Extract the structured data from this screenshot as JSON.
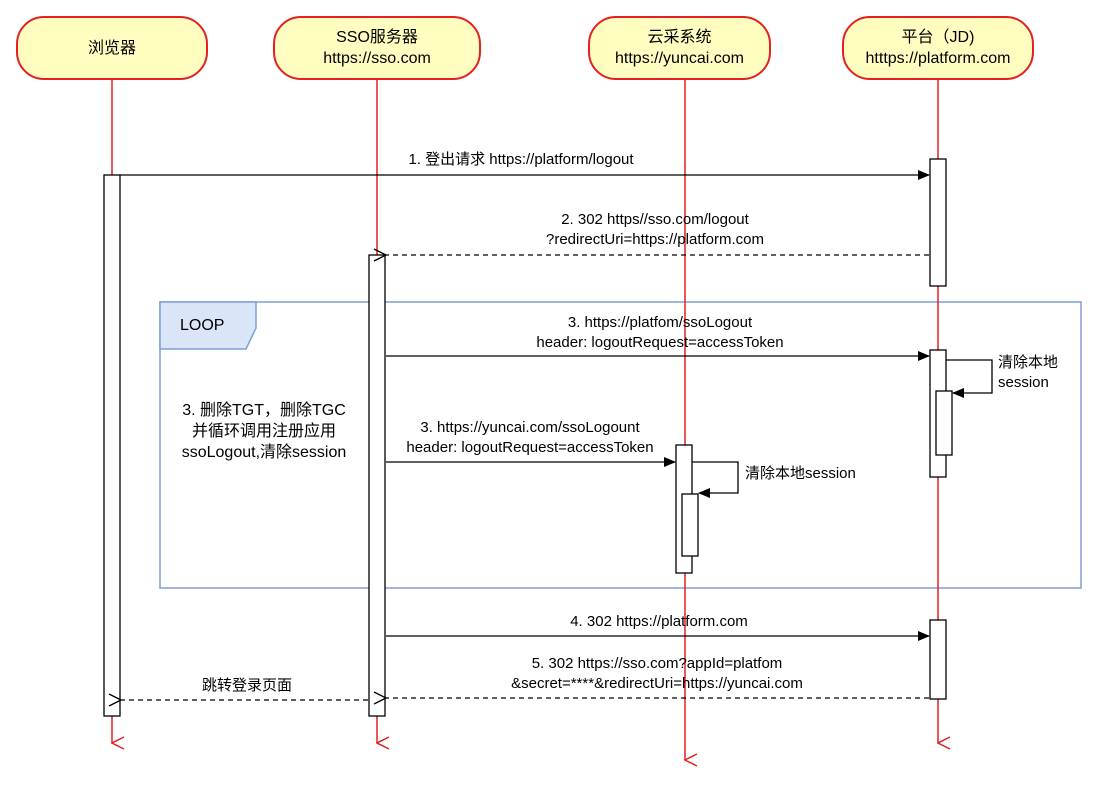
{
  "actors": [
    {
      "name": "浏览器",
      "url": ""
    },
    {
      "name": "SSO服务器",
      "url": "https://sso.com"
    },
    {
      "name": "云采系统",
      "url": "https://yuncai.com"
    },
    {
      "name": "平台（JD)",
      "url": "htttps://platform.com"
    }
  ],
  "loop": {
    "label": "LOOP",
    "note_lines": [
      "3. 删除TGT，删除TGC",
      "并循环调用注册应用",
      "ssoLogout,清除session"
    ]
  },
  "messages": {
    "m1": {
      "line1": "1. 登出请求 https://platform/logout"
    },
    "m2": {
      "line1": "2. 302 https//sso.com/logout",
      "line2": "?redirectUri=https://platform.com"
    },
    "m3a": {
      "line1": "3. https://platfom/ssoLogout",
      "line2": "header: logoutRequest=accessToken"
    },
    "m3a_self": {
      "line1": "清除本地",
      "line2": "session"
    },
    "m3b": {
      "line1": "3. https://yuncai.com/ssoLogount",
      "line2": "header: logoutRequest=accessToken"
    },
    "m3b_self": {
      "line1": "清除本地session"
    },
    "m4": {
      "line1": "4. 302 https://platform.com"
    },
    "m5": {
      "line1": "5. 302  https://sso.com?appId=platfom",
      "line2": "&secret=****&redirectUri=https://yuncai.com"
    },
    "m6": {
      "line1": "跳转登录页面"
    }
  },
  "colors": {
    "lifeline": "#e52020",
    "actor_fill": "#fffdc0",
    "loop_border": "#7e9fd8",
    "loop_tag_fill": "#dae6f8"
  }
}
